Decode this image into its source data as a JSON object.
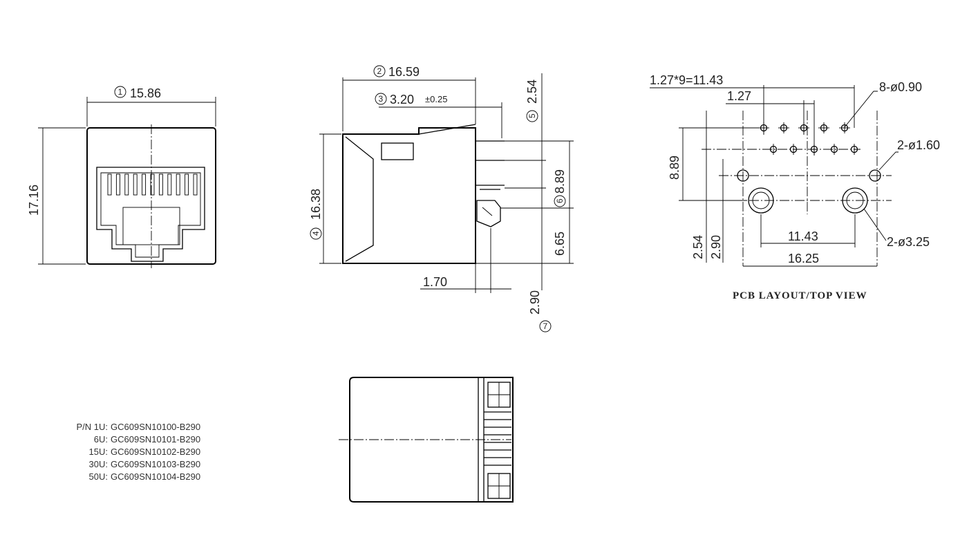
{
  "front_view": {
    "width_marker": "1",
    "width": "15.86",
    "height": "17.16"
  },
  "side_view": {
    "length_marker": "2",
    "length": "16.59",
    "pin_marker": "3",
    "pin_offset": "3.20",
    "pin_tolerance": "±0.25",
    "height_marker": "4",
    "height": "16.38",
    "top_marker": "5",
    "top_dim": "2.54",
    "pin_span_marker": "6",
    "pin_span": "8.89",
    "lower_dim": "6.65",
    "foot_dim": "1.70",
    "post_dim": "2.90",
    "post_marker": "7"
  },
  "pcb_layout": {
    "pitch_total": "1.27*9=11.43",
    "pitch": "1.27",
    "row_dim": "8.89",
    "pin_holes": "8-ø0.90",
    "led_holes": "2-ø1.60",
    "post_holes": "2-ø3.25",
    "post_spacing": "11.43",
    "overall_width": "16.25",
    "v_dim_a": "2.54",
    "v_dim_b": "2.90",
    "title": "PCB LAYOUT/TOP VIEW"
  },
  "part_numbers": {
    "header": "P/N",
    "items": [
      {
        "label": "P/N 1U:",
        "value": "GC609SN10100-B290"
      },
      {
        "label": "6U:",
        "value": "GC609SN10101-B290"
      },
      {
        "label": "15U:",
        "value": "GC609SN10102-B290"
      },
      {
        "label": "30U:",
        "value": "GC609SN10103-B290"
      },
      {
        "label": "50U:",
        "value": "GC609SN10104-B290"
      }
    ]
  }
}
